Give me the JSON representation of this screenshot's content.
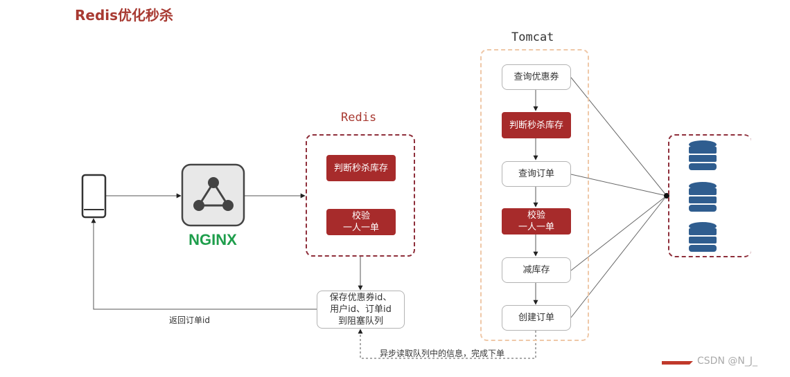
{
  "title": "Redis优化秒杀",
  "nginx_label": "NGINX",
  "redis": {
    "label": "Redis",
    "steps": [
      {
        "lines": [
          "判断秒杀库存"
        ]
      },
      {
        "lines": [
          "校验",
          "一人一单"
        ]
      }
    ]
  },
  "queue_box": {
    "lines": [
      "保存优惠券id、",
      "用户id、订单id",
      "到阻塞队列"
    ]
  },
  "return_label": "返回订单id",
  "async_label": "异步读取队列中的信息，完成下单",
  "tomcat": {
    "label": "Tomcat",
    "steps": [
      {
        "lines": [
          "查询优惠券"
        ],
        "style": "white"
      },
      {
        "lines": [
          "判断秒杀库存"
        ],
        "style": "red"
      },
      {
        "lines": [
          "查询订单"
        ],
        "style": "white"
      },
      {
        "lines": [
          "校验",
          "一人一单"
        ],
        "style": "red"
      },
      {
        "lines": [
          "减库存"
        ],
        "style": "white"
      },
      {
        "lines": [
          "创建订单"
        ],
        "style": "white"
      }
    ]
  },
  "watermark": "CSDN @N_J_",
  "colors": {
    "accent_red": "#a72b2b",
    "dash_red": "#8e2e3a",
    "tomcat_dash": "#efc8a8",
    "nginx_green": "#1f9e4c",
    "db_blue": "#2f5d8f"
  }
}
